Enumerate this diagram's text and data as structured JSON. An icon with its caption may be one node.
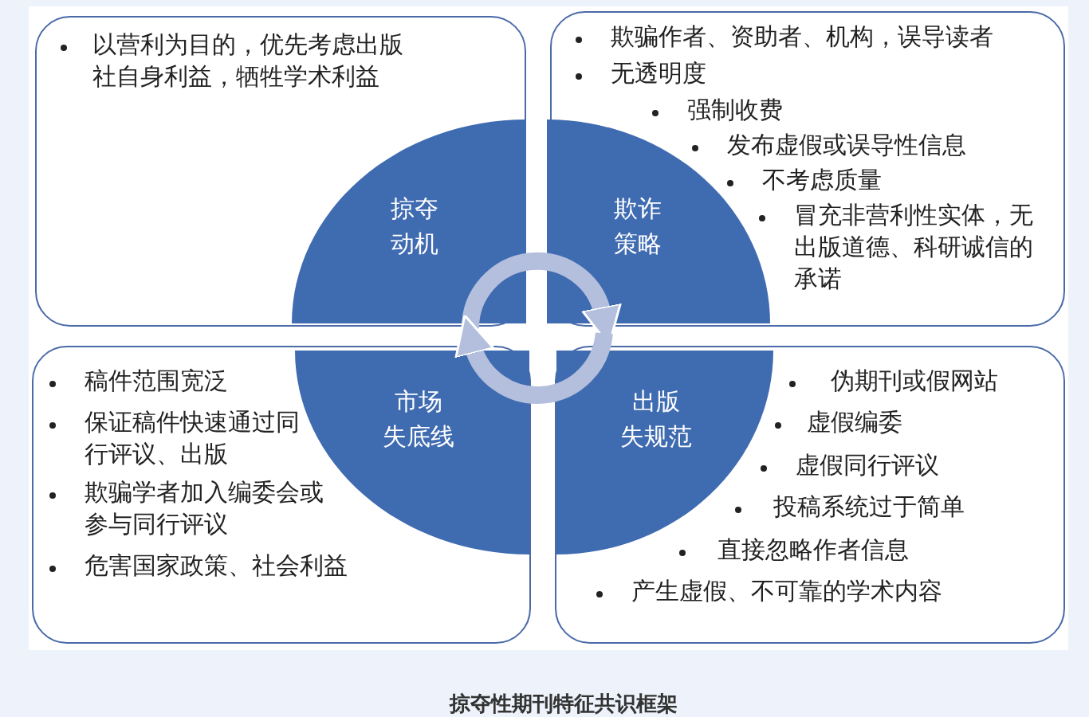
{
  "diagram": {
    "caption": "掠夺性期刊特征共识框架",
    "nodes": [
      {
        "text": [
          "以营利为目的，优先考虑出版社自身利益，牺牲学术利益"
        ]
      },
      {
        "text": [
          "掠夺动机"
        ],
        "in": 0
      },
      {
        "text": [
          "欺诈策略"
        ],
        "in": 3
      },
      {
        "text": [
          "欺骗作者、资助者、机构，误导读者",
          "无透明度",
          "强制收费",
          "发布虚假或误导性信息",
          "不考虑质量",
          "冒充非营利性实体，无出版道德、科研诚信的承诺"
        ]
      },
      {
        "text": [
          "稿件范围宽泛",
          "保证稿件快速通过同行评议、出版",
          "欺骗学者加入编委会或参与同行评议",
          "危害国家政策、社会利益"
        ]
      },
      {
        "text": [
          "市场失底线"
        ],
        "in": 4
      },
      {
        "text": [
          "出版失规范"
        ],
        "in": 7
      },
      {
        "text": [
          "伪期刊或假网站",
          "虚假编委",
          "虚假同行评议",
          "投稿系统过于简单",
          "直接忽略作者信息",
          "产生虚假、不可靠的学术内容"
        ]
      }
    ],
    "edges": [
      {
        "from": 1,
        "to": 2,
        "arrow": "to"
      },
      {
        "from": 6,
        "to": 5,
        "arrow": "to"
      }
    ]
  }
}
